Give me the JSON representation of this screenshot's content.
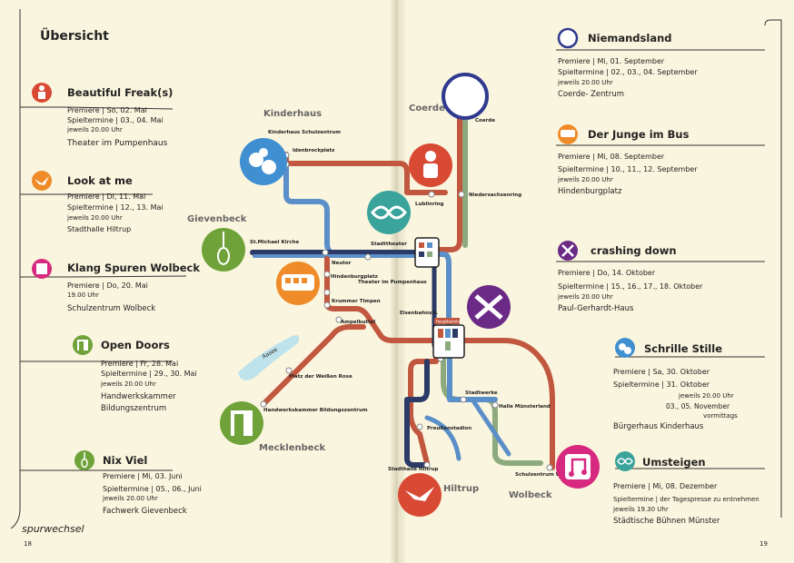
{
  "page_title": "Übersicht",
  "page_left": "18",
  "page_right": "19",
  "brand": "spurwechsel",
  "colors": {
    "red": "#c2573f",
    "blue": "#5b8fc9",
    "navy": "#2b3a66",
    "green": "#8caa7d",
    "circle_red": "#d94a35",
    "circle_orange": "#ef8b29",
    "circle_pink": "#d6297f",
    "circle_green": "#6fa33a",
    "circle_blue": "#3f8fd1",
    "circle_teal": "#3aa39b",
    "circle_purple": "#6b2a86",
    "circle_navy": "#2f3a8f"
  },
  "events": [
    {
      "title": "Beautiful Freak(s)",
      "icon": "woman-icon",
      "lines": [
        "Premiere | So, 02. Mai",
        "Spieltermine | 03., 04. Mai",
        "jeweils 20.00 Uhr"
      ],
      "venue": "Theater im Pumpenhaus"
    },
    {
      "title": "Look at me",
      "icon": "bird-icon",
      "lines": [
        "Premiere | Di, 11. Mai",
        "Spieltermine | 12., 13. Mai",
        "jeweils 20.00 Uhr"
      ],
      "venue": "Stadthalle Hiltrup"
    },
    {
      "title": "Klang Spuren Wolbeck",
      "icon": "music-note-icon",
      "lines": [
        "Premiere | Do, 20. Mai",
        "19.00 Uhr"
      ],
      "venue": "Schulzentrum Wolbeck"
    },
    {
      "title": "Open Doors",
      "icon": "door-icon",
      "lines": [
        "Premiere | Fr, 28. Mai",
        "Spieltermine | 29., 30. Mai",
        "jeweils 20.00 Uhr",
        "Handwerkskammer"
      ],
      "venue": "Bildungszentrum"
    },
    {
      "title": "Nix Viel",
      "icon": "noose-icon",
      "lines": [
        "Premiere | Mi, 03. Juni",
        "Spieltermine | 05., 06., Juni",
        "jeweils 20.00 Uhr"
      ],
      "venue": "Fachwerk Gievenbeck"
    },
    {
      "title": "Niemandsland",
      "icon": "ring-icon",
      "lines": [
        "Premiere | Mi, 01. September",
        "Spieltermine | 02., 03., 04. September",
        "jeweils 20.00 Uhr"
      ],
      "venue": "Coerde- Zentrum"
    },
    {
      "title": "Der Junge im Bus",
      "icon": "bus-icon",
      "lines": [
        "Premiere | Mi, 08. September",
        "Spieltermine | 10., 11., 12. September",
        "jeweils 20.00 Uhr"
      ],
      "venue": "Hindenburgplatz"
    },
    {
      "title": "crashing down",
      "icon": "crossed-guns-icon",
      "lines": [
        "Premiere | Do, 14. Oktober",
        "Spieltermine | 15., 16., 17., 18. Oktober",
        "jeweils 20.00 Uhr"
      ],
      "venue": "Paul-Gerhardt-Haus"
    },
    {
      "title": "Schrille Stille",
      "icon": "hands-icon",
      "lines": [
        "Premiere | Sa, 30. Oktober",
        "Spieltermine | 31. Oktober",
        "jeweils 20.00 Uhr",
        "03., 05. November",
        "vormittags"
      ],
      "venue": "Bürgerhaus Kinderhaus"
    },
    {
      "title": "Umsteigen",
      "icon": "loop-icon",
      "lines": [
        "Premiere | Mi, 08. Dezember",
        "Spieltermine | der Tagespresse zu entnehmen",
        "jeweils 19.30 Uhr"
      ],
      "venue": "Städtische Bühnen Münster"
    }
  ],
  "areas": [
    "Kinderhaus",
    "Coerde",
    "Gievenbeck",
    "Mecklenbeck",
    "Hiltrup",
    "Wolbeck"
  ],
  "stops": [
    "Kinderhaus Schulzentrum",
    "Idenbrockplatz",
    "Coerde",
    "Lublinring",
    "Niedersachsenring",
    "St.Michael Kirche",
    "Stadttheater",
    "Hindenburgplatz",
    "Neutor",
    "Krummer Timpen",
    "Eisenbahnstr.",
    "Ampelbuttel",
    "Platz der Weißen Rose",
    "Handwerkskammer Bildungszentrum",
    "Stadtwerke",
    "Halle Münsterland",
    "Preußenstadion",
    "Stadthalle Hiltrup",
    "Schulzentrum Wolbeck",
    "Hauptbahnhof",
    "Theater im Pumpenhaus",
    "Aasee"
  ]
}
